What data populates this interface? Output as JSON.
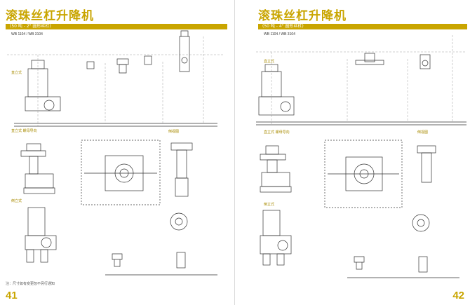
{
  "left_page": {
    "title": "滚珠丝杠升降机",
    "band_label": "(50 吨 - 2\" 圆形丝杠)",
    "model": "WB 1104 / WB 3104",
    "sections": {
      "upright": "直立式",
      "upright_nut": "直立式 螺母导向",
      "inverted": "倒立式",
      "bottom_view": "倒视图"
    },
    "footnote": "注：尺寸如有变更恕不另行通知",
    "page_number": "41"
  },
  "right_page": {
    "title": "滚珠丝杠升降机",
    "band_label": "(50 吨 - 4\" 圆形丝杠)",
    "model": "WB 1104 / WB 3104",
    "sections": {
      "upright": "直立式",
      "upright_nut": "直立式 螺母导向",
      "inverted": "倒立式",
      "bottom_view": "倒视图"
    },
    "page_number": "42"
  },
  "colors": {
    "accent": "#c9a500",
    "line": "#333333"
  }
}
